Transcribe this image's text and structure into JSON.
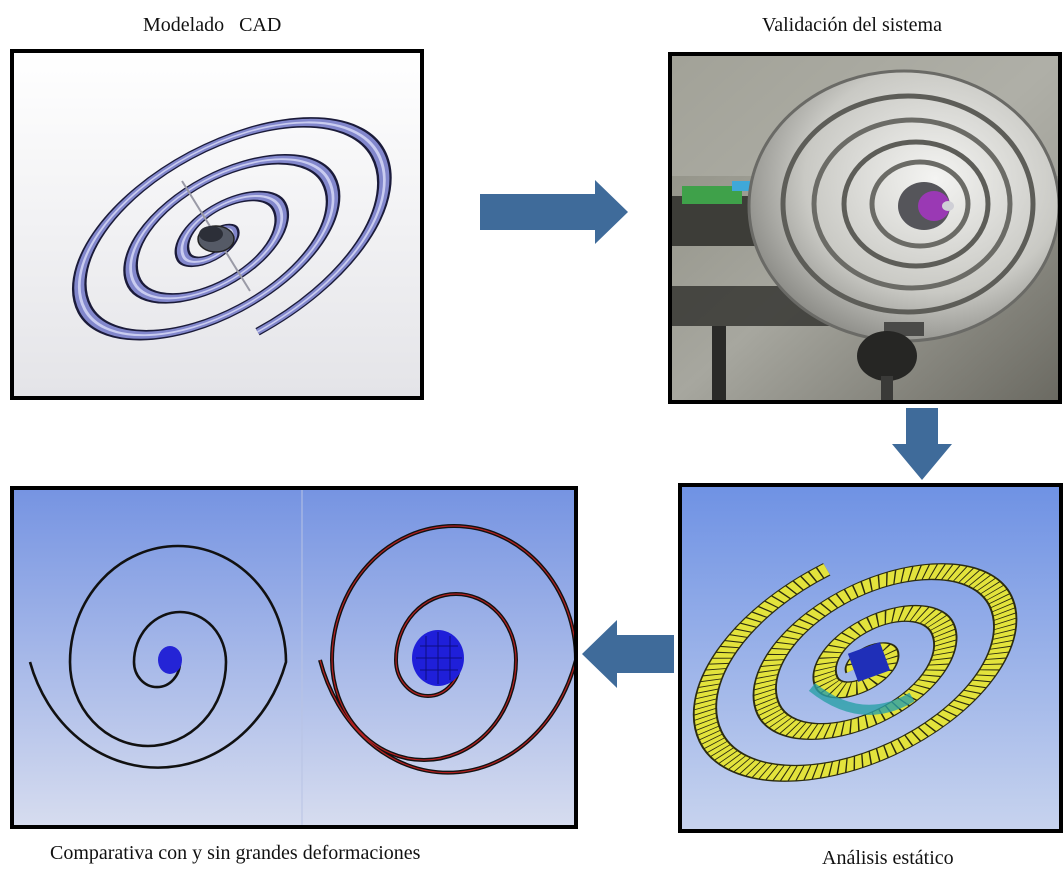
{
  "captions": {
    "cad": "Modelado   CAD",
    "validation": "Validación del sistema",
    "comparison": "Comparativa con y sin grandes deformaciones",
    "static": "Análisis estático"
  },
  "colors": {
    "arrow": "#3f6b9a",
    "spiral_band": "#7b80c8",
    "fea_background": "#7a9be6",
    "fea_mesh": "#e6e63a",
    "hub": "#1f1fd9"
  }
}
